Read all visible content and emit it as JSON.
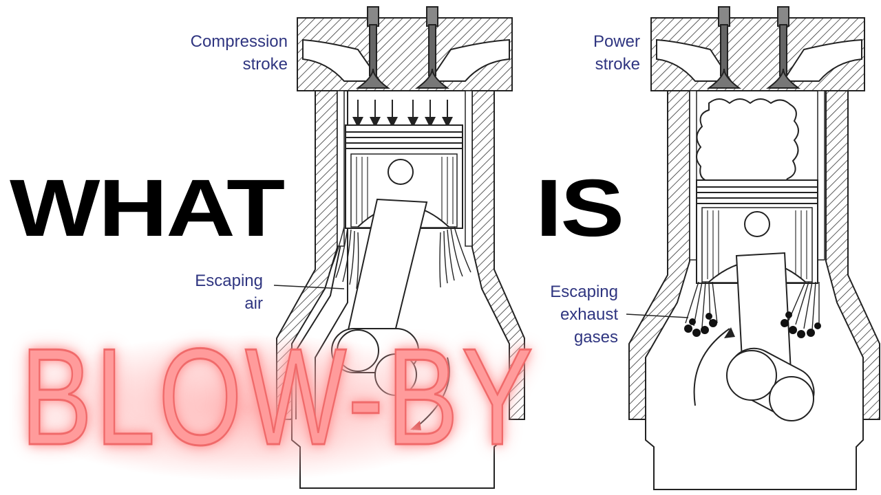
{
  "labels": {
    "compression_stroke": [
      "Compression",
      "stroke"
    ],
    "escaping_air": [
      "Escaping",
      "air"
    ],
    "power_stroke": [
      "Power",
      "stroke"
    ],
    "escaping_exhaust": [
      "Escaping",
      "exhaust",
      "gases"
    ]
  },
  "headline": {
    "word1": "WHAT",
    "word2": "IS",
    "word3": "BLOW-BY"
  },
  "colors": {
    "label_text": "#2f3580",
    "headline": "#000000",
    "accent_glow": "#ff9b9b",
    "diagram_ink": "#222222"
  }
}
